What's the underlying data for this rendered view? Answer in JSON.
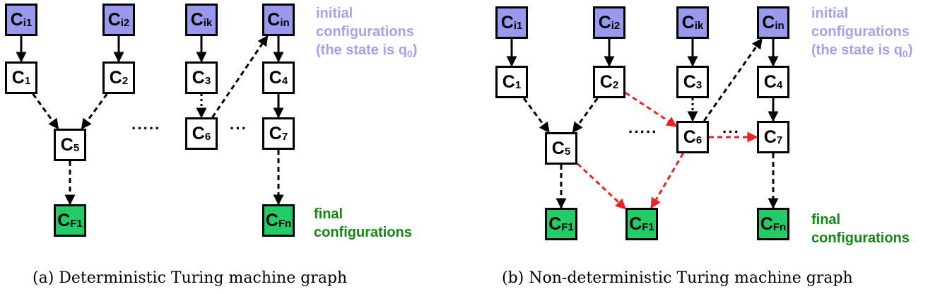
{
  "panel_a": {
    "caption": "(a) Deterministic Turing machine graph",
    "labels": {
      "initial_line1": "initial",
      "initial_line2": "configurations",
      "initial_line3_pre": "(the state is q",
      "initial_line3_sub": "0",
      "initial_line3_post": ")",
      "final_line1": "final",
      "final_line2": "configurations"
    },
    "dots": [
      "·····",
      "···"
    ],
    "nodes": [
      {
        "id": "a_ci1",
        "main": "C",
        "sub": "i1",
        "kind": "initial"
      },
      {
        "id": "a_ci2",
        "main": "C",
        "sub": "i2",
        "kind": "initial"
      },
      {
        "id": "a_cik",
        "main": "C",
        "sub": "ik",
        "kind": "initial"
      },
      {
        "id": "a_cin",
        "main": "C",
        "sub": "in",
        "kind": "initial"
      },
      {
        "id": "a_c1",
        "main": "C",
        "sub": "1",
        "kind": "normal"
      },
      {
        "id": "a_c2",
        "main": "C",
        "sub": "2",
        "kind": "normal"
      },
      {
        "id": "a_c3",
        "main": "C",
        "sub": "3",
        "kind": "normal"
      },
      {
        "id": "a_c4",
        "main": "C",
        "sub": "4",
        "kind": "normal"
      },
      {
        "id": "a_c5",
        "main": "C",
        "sub": "5",
        "kind": "normal"
      },
      {
        "id": "a_c6",
        "main": "C",
        "sub": "6",
        "kind": "normal"
      },
      {
        "id": "a_c7",
        "main": "C",
        "sub": "7",
        "kind": "normal"
      },
      {
        "id": "a_cf1",
        "main": "C",
        "sub": "F1",
        "kind": "final"
      },
      {
        "id": "a_cfn",
        "main": "C",
        "sub": "Fn",
        "kind": "final"
      }
    ],
    "edges": [
      {
        "from": "a_ci1",
        "to": "a_c1",
        "style": "solid",
        "color": "black"
      },
      {
        "from": "a_ci2",
        "to": "a_c2",
        "style": "solid",
        "color": "black"
      },
      {
        "from": "a_cik",
        "to": "a_c3",
        "style": "solid",
        "color": "black"
      },
      {
        "from": "a_cin",
        "to": "a_c4",
        "style": "solid",
        "color": "black"
      },
      {
        "from": "a_c1",
        "to": "a_c5",
        "style": "dashed",
        "color": "black"
      },
      {
        "from": "a_c2",
        "to": "a_c5",
        "style": "dashed",
        "color": "black"
      },
      {
        "from": "a_c3",
        "to": "a_c6",
        "style": "dotted",
        "color": "black"
      },
      {
        "from": "a_c6",
        "to": "a_cin",
        "style": "dashed",
        "color": "black"
      },
      {
        "from": "a_c4",
        "to": "a_c7",
        "style": "solid",
        "color": "black"
      },
      {
        "from": "a_c5",
        "to": "a_cf1",
        "style": "dashed",
        "color": "black"
      },
      {
        "from": "a_c7",
        "to": "a_cfn",
        "style": "dashed",
        "color": "black"
      }
    ]
  },
  "panel_b": {
    "caption": "(b) Non-deterministic Turing machine graph",
    "labels": {
      "initial_line1": "initial",
      "initial_line2": "configurations",
      "initial_line3_pre": "(the state is q",
      "initial_line3_sub": "0",
      "initial_line3_post": ")",
      "final_line1": "final",
      "final_line2": "configurations"
    },
    "dots": [
      "·····",
      "···"
    ],
    "nodes": [
      {
        "id": "b_ci1",
        "main": "C",
        "sub": "i1",
        "kind": "initial"
      },
      {
        "id": "b_ci2",
        "main": "C",
        "sub": "i2",
        "kind": "initial"
      },
      {
        "id": "b_cik",
        "main": "C",
        "sub": "ik",
        "kind": "initial"
      },
      {
        "id": "b_cin",
        "main": "C",
        "sub": "in",
        "kind": "initial"
      },
      {
        "id": "b_c1",
        "main": "C",
        "sub": "1",
        "kind": "normal"
      },
      {
        "id": "b_c2",
        "main": "C",
        "sub": "2",
        "kind": "normal"
      },
      {
        "id": "b_c3",
        "main": "C",
        "sub": "3",
        "kind": "normal"
      },
      {
        "id": "b_c4",
        "main": "C",
        "sub": "4",
        "kind": "normal"
      },
      {
        "id": "b_c5",
        "main": "C",
        "sub": "5",
        "kind": "normal"
      },
      {
        "id": "b_c6",
        "main": "C",
        "sub": "6",
        "kind": "normal"
      },
      {
        "id": "b_c7",
        "main": "C",
        "sub": "7",
        "kind": "normal"
      },
      {
        "id": "b_cf1a",
        "main": "C",
        "sub": "F1",
        "kind": "final"
      },
      {
        "id": "b_cf1b",
        "main": "C",
        "sub": "F1",
        "kind": "final"
      },
      {
        "id": "b_cfn",
        "main": "C",
        "sub": "Fn",
        "kind": "final"
      }
    ],
    "edges": [
      {
        "from": "b_ci1",
        "to": "b_c1",
        "style": "solid",
        "color": "black"
      },
      {
        "from": "b_ci2",
        "to": "b_c2",
        "style": "solid",
        "color": "black"
      },
      {
        "from": "b_cik",
        "to": "b_c3",
        "style": "solid",
        "color": "black"
      },
      {
        "from": "b_cin",
        "to": "b_c4",
        "style": "solid",
        "color": "black"
      },
      {
        "from": "b_c1",
        "to": "b_c5",
        "style": "dashed",
        "color": "black"
      },
      {
        "from": "b_c2",
        "to": "b_c5",
        "style": "dashed",
        "color": "black"
      },
      {
        "from": "b_c2",
        "to": "b_c6",
        "style": "dashed",
        "color": "red"
      },
      {
        "from": "b_c3",
        "to": "b_c6",
        "style": "dotted",
        "color": "black"
      },
      {
        "from": "b_c6",
        "to": "b_cin",
        "style": "dashed",
        "color": "black"
      },
      {
        "from": "b_c4",
        "to": "b_c7",
        "style": "solid",
        "color": "black"
      },
      {
        "from": "b_c6",
        "to": "b_c7",
        "style": "dashed",
        "color": "red"
      },
      {
        "from": "b_c5",
        "to": "b_cf1a",
        "style": "dashed",
        "color": "black"
      },
      {
        "from": "b_c5",
        "to": "b_cf1b",
        "style": "dashed",
        "color": "red"
      },
      {
        "from": "b_c6",
        "to": "b_cf1b",
        "style": "dashed",
        "color": "red"
      },
      {
        "from": "b_c7",
        "to": "b_cfn",
        "style": "dashed",
        "color": "black"
      }
    ]
  },
  "colors": {
    "initial_fill": "#9999ee",
    "final_fill": "#22cc66",
    "initial_text": "#a2a2ee",
    "final_text": "#118811",
    "red_edge": "#ee2222",
    "black_edge": "#000000"
  }
}
